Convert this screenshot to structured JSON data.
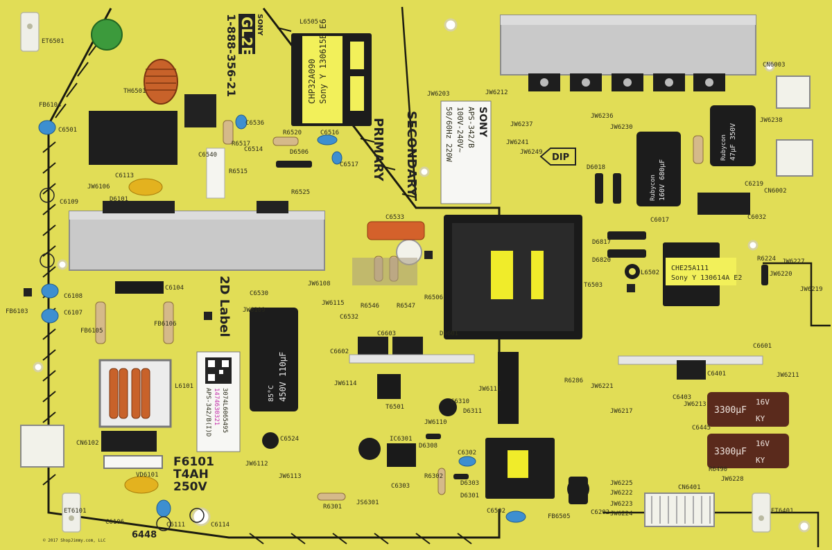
{
  "board": {
    "brand_logo": "SONY",
    "model_code": "GL2E",
    "part_number": "1-888-356-21",
    "zone_primary": "PRIMARY",
    "zone_secondary": "SECONDARY",
    "label_2d": "2D Label",
    "dip_arrow": "DIP",
    "fuse_designator": "F6101",
    "fuse_rating": "T4AH",
    "fuse_voltage": "250V",
    "copyright": "© 2017 ShopJimmy.com, LLC",
    "stamp": "6448"
  },
  "rating_label": {
    "brand": "SONY",
    "model": "APS-342/B",
    "input": "100V-240V~",
    "freq_power": "50/60Hz 220W"
  },
  "barcode_label": {
    "model": "APS-342/B(I)D",
    "serial": "1474630321",
    "code": "3074L6065495"
  },
  "transformers": {
    "primary_small": [
      "CHP32A090",
      "Sony Y 130615B E6"
    ],
    "main_right": [
      "CHE25A111",
      "Sony Y 130614A E2"
    ]
  },
  "capacitors": {
    "bulk": [
      "450V 110μF",
      "85°C"
    ],
    "secondary": [
      "160V 680μF",
      "Rubycon"
    ],
    "small_sec": [
      "47μF 350V",
      "Rubycon"
    ],
    "out1": [
      "3300μF",
      "16V",
      "KY"
    ],
    "out2": [
      "3300μF",
      "16V",
      "KY"
    ]
  },
  "designators": [
    "ET6501",
    "FB6104",
    "C6501",
    "TH6501",
    "C6113",
    "JW6106",
    "C6109",
    "D6101",
    "C6106",
    "FB6103",
    "C6107",
    "C6108",
    "FB6105",
    "FB6106",
    "CN6102",
    "L6101",
    "VD6101",
    "ET6101",
    "C6111",
    "C6114",
    "JW6112",
    "JW6113",
    "C6524",
    "L6505",
    "R6520",
    "C6516",
    "D6506",
    "C6517",
    "R6525",
    "C6514",
    "C6540",
    "R6517",
    "C6536",
    "R6515",
    "C6533",
    "R6546",
    "R6547",
    "C6532",
    "R6506",
    "T6501",
    "IC6301",
    "D6308",
    "C6302",
    "D6303",
    "D6301",
    "R6302",
    "R6301",
    "JS6301",
    "C6303",
    "JW6110",
    "D6311",
    "C6310",
    "JW6111",
    "JW6203",
    "JW6212",
    "JW6237",
    "JW6241",
    "JW6249",
    "JW6230",
    "JW6236",
    "D6018",
    "C6017",
    "D6817",
    "D6820",
    "L6502",
    "T6503",
    "R6224",
    "JW6220",
    "JW6227",
    "JW6219",
    "JW6211",
    "C6401",
    "R6490",
    "JW6228",
    "CN6401",
    "JW6225",
    "JW6222",
    "JW6223",
    "JW6224",
    "FB6505",
    "C6502",
    "C6202",
    "CN6003",
    "CN6002",
    "C6219",
    "JW6238",
    "C6032",
    "JW6108",
    "JW6109",
    "JW6115",
    "C6530",
    "C6104",
    "C6602",
    "C6603",
    "JW6114",
    "D6601",
    "C6601",
    "R6286",
    "JW6221",
    "JW6217",
    "C6445",
    "JW6213",
    "C6403",
    "ET6401"
  ],
  "colors": {
    "board": "#e4e05a",
    "board_dark": "#c9c94a",
    "trace": "#1b1b10",
    "heatsink": "#c9c9c9",
    "transformer_core": "#1a1a1a",
    "transformer_window": "#f0ec2a",
    "label_white": "#f7f7f4",
    "bulk_cap": "#1c1c1c",
    "out_cap": "#5a2a1c",
    "green_thermistor": "#3c9a3c",
    "blue_cap": "#3d8fd0",
    "orange_coil": "#c8622a"
  }
}
